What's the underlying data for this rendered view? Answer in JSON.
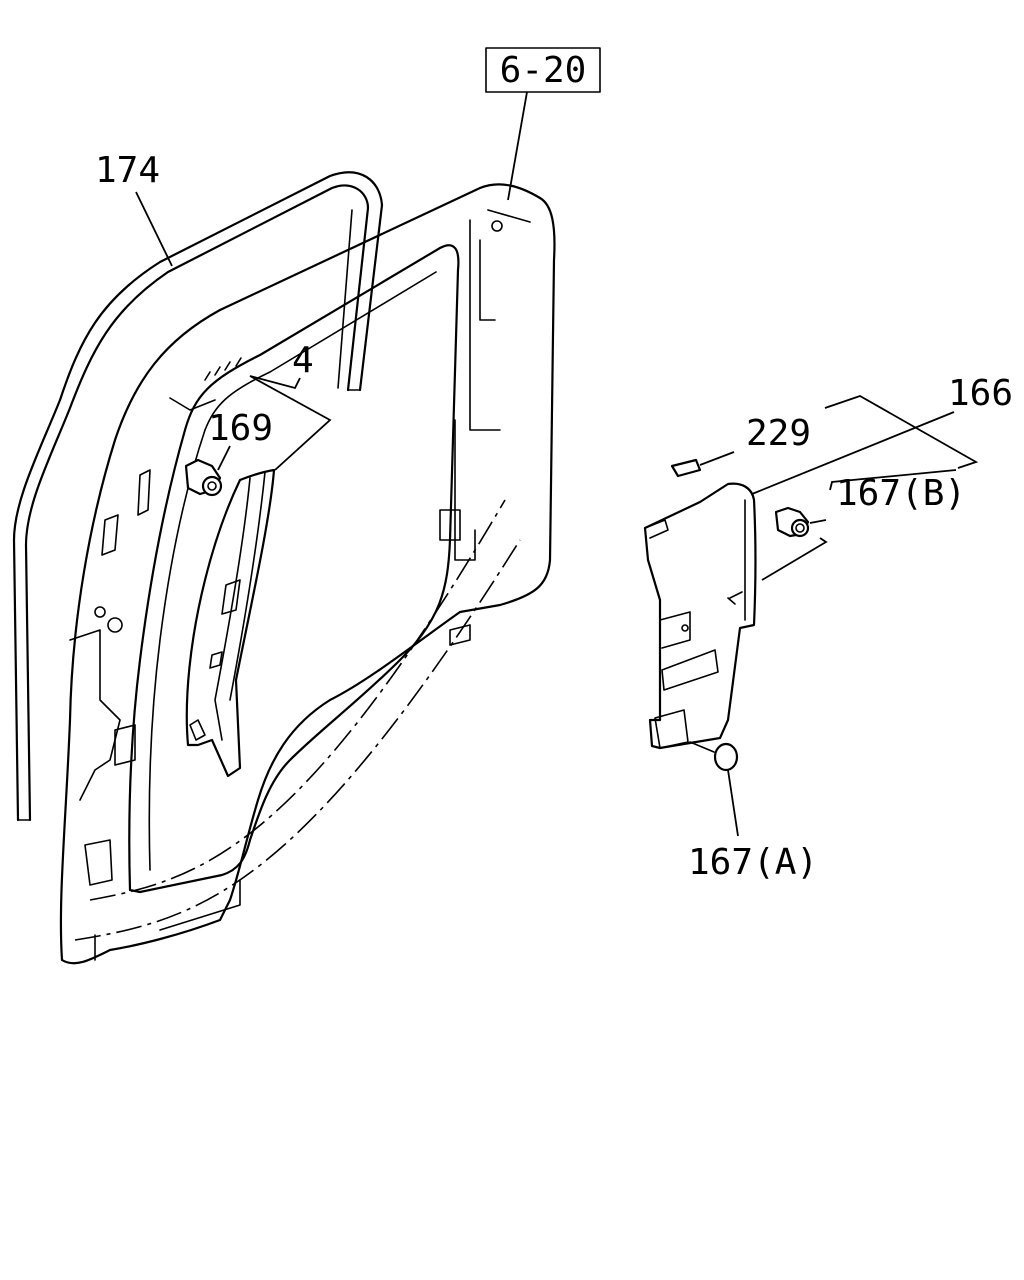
{
  "callouts": {
    "ref_box": "6-20",
    "p174": "174",
    "p4": "4",
    "p169": "169",
    "p229": "229",
    "p166": "166",
    "p167b": "167(B)",
    "p167a": "167(A)"
  }
}
